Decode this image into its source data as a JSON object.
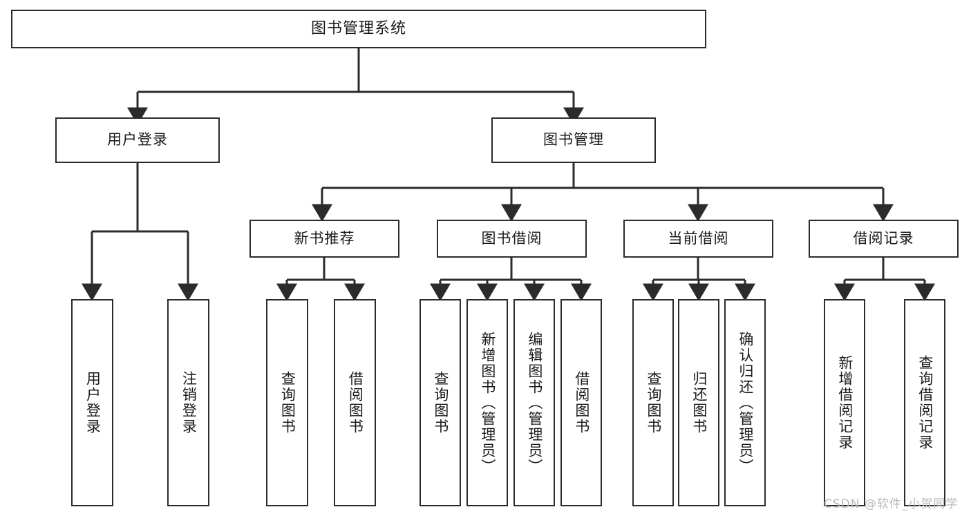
{
  "diagram": {
    "title": "图书管理系统",
    "type": "tree-hierarchy-chart",
    "line_color": "#2b2b2b",
    "box_fill": "#ffffff",
    "text_color": "#1a1a1a"
  },
  "nodes": {
    "root": {
      "label": "图书管理系统"
    },
    "level2": [
      {
        "id": "user-login",
        "label": "用户登录"
      },
      {
        "id": "book-manage",
        "label": "图书管理"
      }
    ],
    "level3": [
      {
        "id": "new-book-recommend",
        "label": "新书推荐"
      },
      {
        "id": "book-borrow",
        "label": "图书借阅"
      },
      {
        "id": "current-borrow",
        "label": "当前借阅"
      },
      {
        "id": "borrow-record",
        "label": "借阅记录"
      }
    ],
    "leaves": {
      "user_login": [
        {
          "id": "leaf-user-login",
          "label": "用户登录"
        },
        {
          "id": "leaf-logout-login",
          "label": "注销登录"
        }
      ],
      "new_book_recommend": [
        {
          "id": "leaf-query-book-1",
          "label": "查询图书"
        },
        {
          "id": "leaf-borrow-book-1",
          "label": "借阅图书"
        }
      ],
      "book_borrow": [
        {
          "id": "leaf-query-book-2",
          "label": "查询图书"
        },
        {
          "id": "leaf-add-book",
          "label": "新增图书（管理员）"
        },
        {
          "id": "leaf-edit-book",
          "label": "编辑图书（管理员）"
        },
        {
          "id": "leaf-borrow-book-2",
          "label": "借阅图书"
        }
      ],
      "current_borrow": [
        {
          "id": "leaf-query-book-3",
          "label": "查询图书"
        },
        {
          "id": "leaf-return-book",
          "label": "归还图书"
        },
        {
          "id": "leaf-confirm-return",
          "label": "确认归还（管理员）"
        }
      ],
      "borrow_record": [
        {
          "id": "leaf-add-borrow-record",
          "label": "新增借阅记录"
        },
        {
          "id": "leaf-query-borrow-record",
          "label": "查询借阅记录"
        }
      ]
    }
  },
  "watermark": {
    "text": "CSDN @软件_小贺同学"
  }
}
